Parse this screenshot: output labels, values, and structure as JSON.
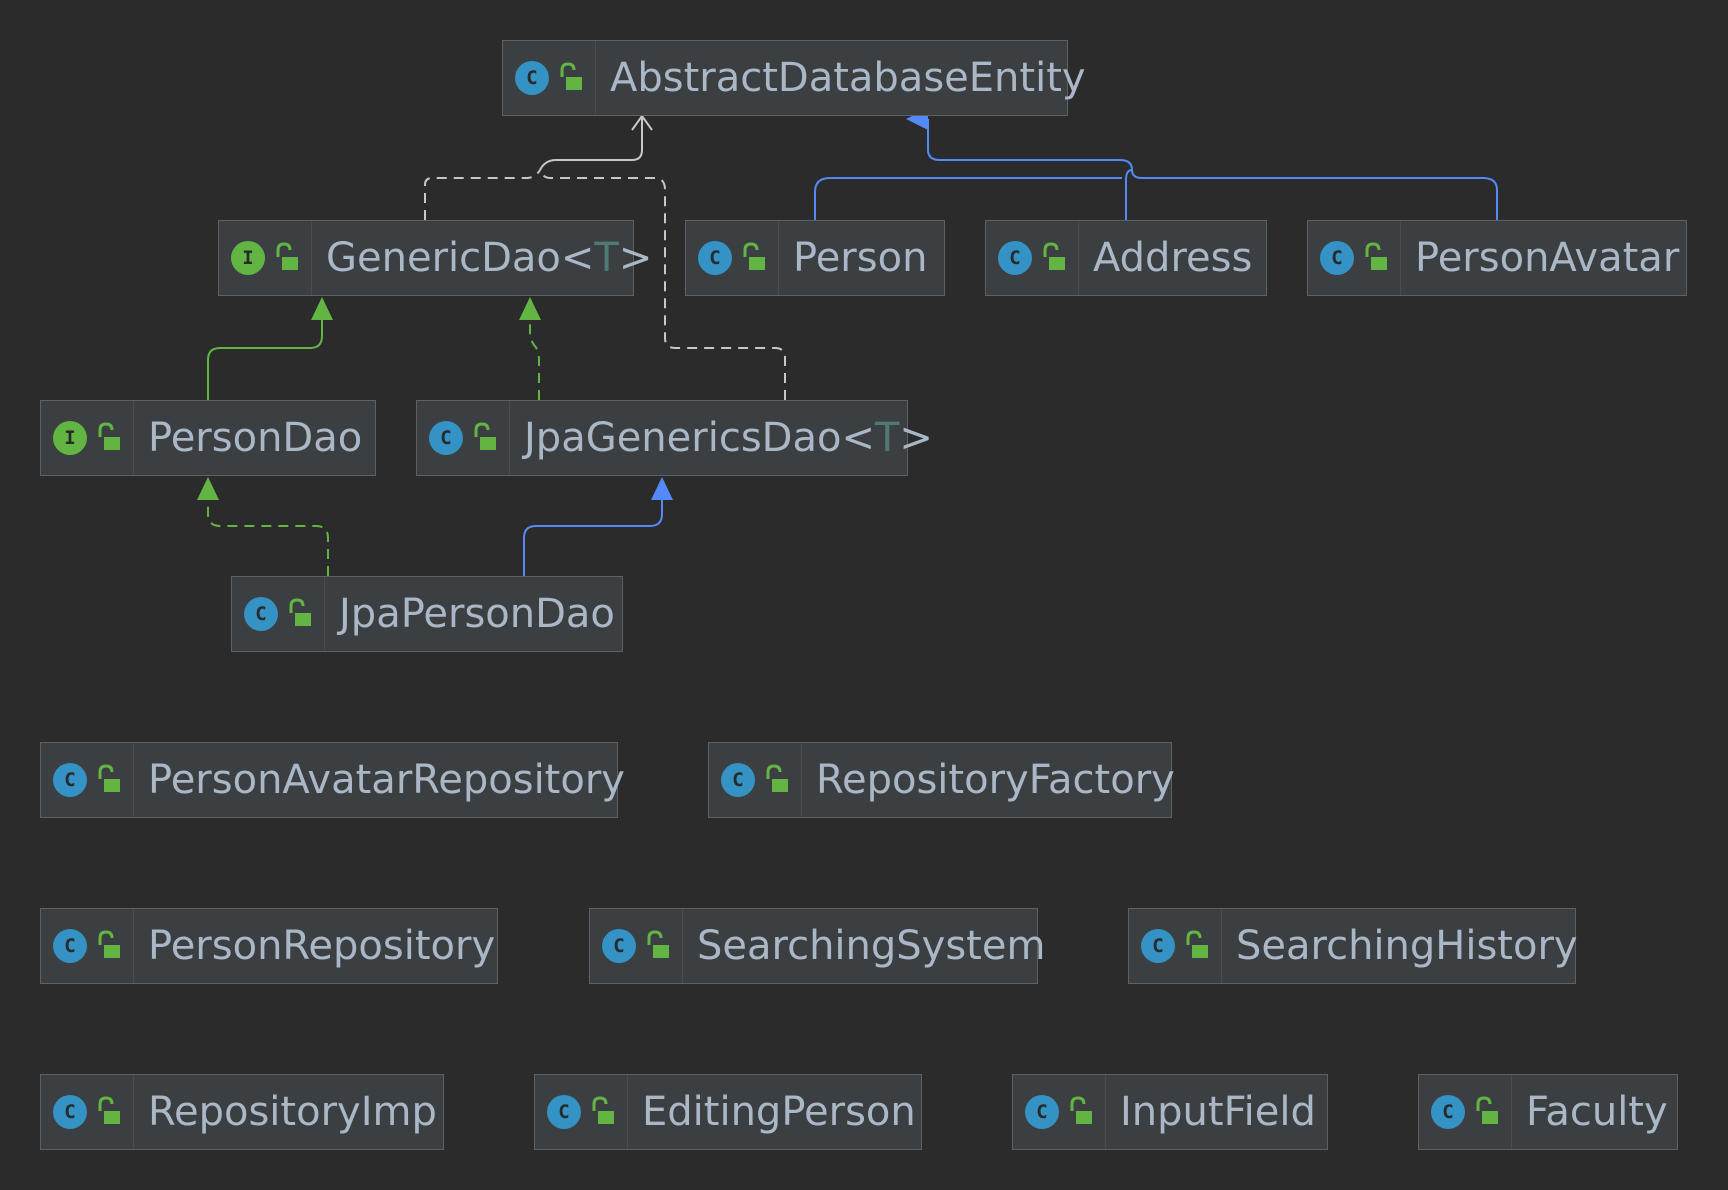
{
  "colors": {
    "background": "#2b2b2b",
    "node_fill": "#3c3f41",
    "node_border": "#5e6163",
    "text": "#a9b7c6",
    "type_param": "#507874",
    "class_icon": "#3592c4",
    "interface_icon": "#62b543",
    "extends_class": "#548af7",
    "extends_interface": "#62b543",
    "implements": "#62b543",
    "dependency": "#c8c8c8"
  },
  "nodes": [
    {
      "id": "abstract-database-entity",
      "kind": "class",
      "kind_letter": "C",
      "name": "AbstractDatabaseEntity",
      "type_param": ""
    },
    {
      "id": "generic-dao",
      "kind": "interface",
      "kind_letter": "I",
      "name": "GenericDao",
      "type_param": "T"
    },
    {
      "id": "person",
      "kind": "class",
      "kind_letter": "C",
      "name": "Person",
      "type_param": ""
    },
    {
      "id": "address",
      "kind": "class",
      "kind_letter": "C",
      "name": "Address",
      "type_param": ""
    },
    {
      "id": "person-avatar",
      "kind": "class",
      "kind_letter": "C",
      "name": "PersonAvatar",
      "type_param": ""
    },
    {
      "id": "person-dao",
      "kind": "interface",
      "kind_letter": "I",
      "name": "PersonDao",
      "type_param": ""
    },
    {
      "id": "jpa-generics-dao",
      "kind": "class",
      "kind_letter": "C",
      "name": "JpaGenericsDao",
      "type_param": "T"
    },
    {
      "id": "jpa-person-dao",
      "kind": "class",
      "kind_letter": "C",
      "name": "JpaPersonDao",
      "type_param": ""
    },
    {
      "id": "person-avatar-repository",
      "kind": "class",
      "kind_letter": "C",
      "name": "PersonAvatarRepository",
      "type_param": ""
    },
    {
      "id": "repository-factory",
      "kind": "class",
      "kind_letter": "C",
      "name": "RepositoryFactory",
      "type_param": ""
    },
    {
      "id": "person-repository",
      "kind": "class",
      "kind_letter": "C",
      "name": "PersonRepository",
      "type_param": ""
    },
    {
      "id": "searching-system",
      "kind": "class",
      "kind_letter": "C",
      "name": "SearchingSystem",
      "type_param": ""
    },
    {
      "id": "searching-history",
      "kind": "class",
      "kind_letter": "C",
      "name": "SearchingHistory",
      "type_param": ""
    },
    {
      "id": "repository-imp",
      "kind": "class",
      "kind_letter": "C",
      "name": "RepositoryImp",
      "type_param": ""
    },
    {
      "id": "editing-person",
      "kind": "class",
      "kind_letter": "C",
      "name": "EditingPerson",
      "type_param": ""
    },
    {
      "id": "input-field",
      "kind": "class",
      "kind_letter": "C",
      "name": "InputField",
      "type_param": ""
    },
    {
      "id": "faculty",
      "kind": "class",
      "kind_letter": "C",
      "name": "Faculty",
      "type_param": ""
    }
  ],
  "edges": [
    {
      "from": "generic-dao",
      "to": "abstract-database-entity",
      "relation": "dependency",
      "style": "dashed"
    },
    {
      "from": "jpa-generics-dao",
      "to": "abstract-database-entity",
      "relation": "dependency",
      "style": "dashed"
    },
    {
      "from": "person",
      "to": "abstract-database-entity",
      "relation": "extends",
      "style": "solid"
    },
    {
      "from": "address",
      "to": "abstract-database-entity",
      "relation": "extends",
      "style": "solid"
    },
    {
      "from": "person-avatar",
      "to": "abstract-database-entity",
      "relation": "extends",
      "style": "solid"
    },
    {
      "from": "person-dao",
      "to": "generic-dao",
      "relation": "extends",
      "style": "solid"
    },
    {
      "from": "jpa-generics-dao",
      "to": "generic-dao",
      "relation": "implements",
      "style": "dashed"
    },
    {
      "from": "jpa-person-dao",
      "to": "person-dao",
      "relation": "implements",
      "style": "dashed"
    },
    {
      "from": "jpa-person-dao",
      "to": "jpa-generics-dao",
      "relation": "extends",
      "style": "solid"
    }
  ]
}
